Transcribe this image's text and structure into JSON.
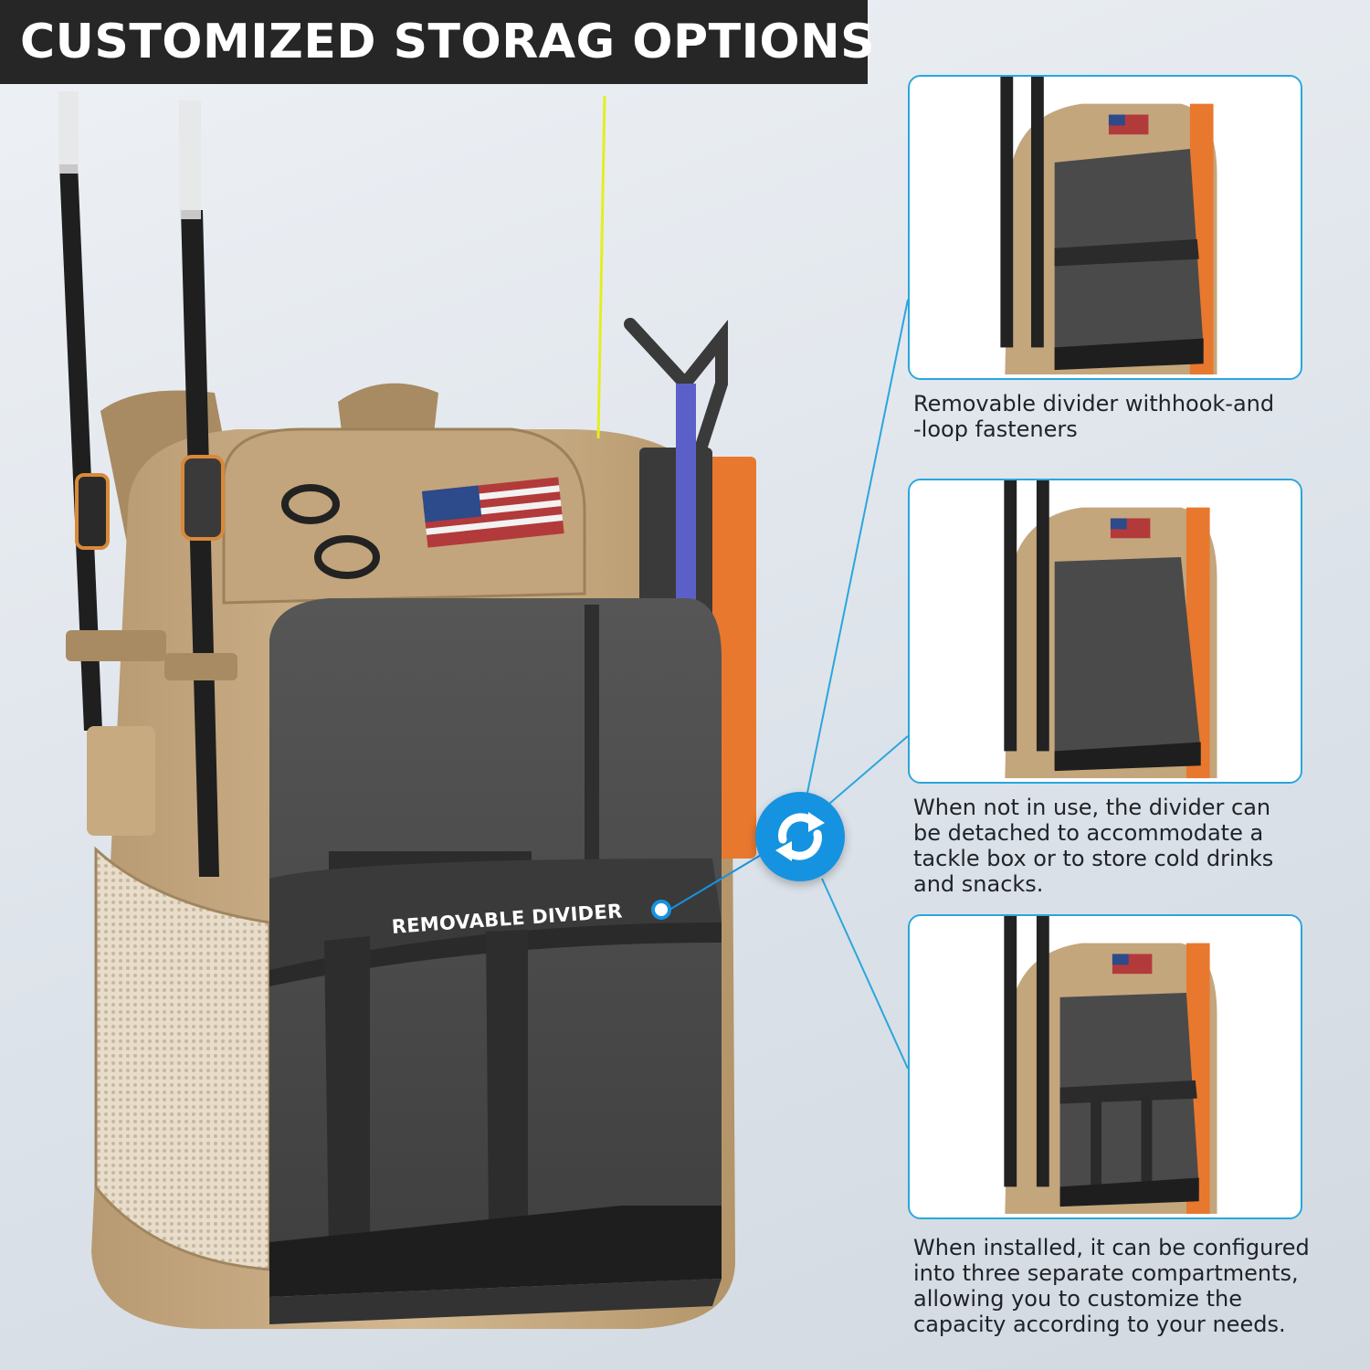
{
  "title": "CUSTOMIZED STORAG OPTIONS",
  "hero": {
    "divider_label": "REMOVABLE DIVIDER"
  },
  "panels": [
    {
      "caption_lines": [
        "Removable divider withhook-and",
        "-loop fasteners"
      ]
    },
    {
      "caption_lines": [
        "When not in use, the divider can",
        "be detached to accommodate a",
        "tackle box or to store cold drinks",
        "and snacks."
      ]
    },
    {
      "caption_lines": [
        "When installed, it can be configured",
        "into three separate compartments,",
        "allowing you to customize the",
        "capacity according to your needs."
      ]
    }
  ],
  "swap_icon": "refresh-arrows-icon",
  "colors": {
    "accent": "#1593e0",
    "panel_border": "#2aa6dd",
    "title_bar": "#262626",
    "bag_tan": "#c9ad86",
    "divider_gray": "#4a4a4a",
    "orange_board": "#e8782e"
  }
}
